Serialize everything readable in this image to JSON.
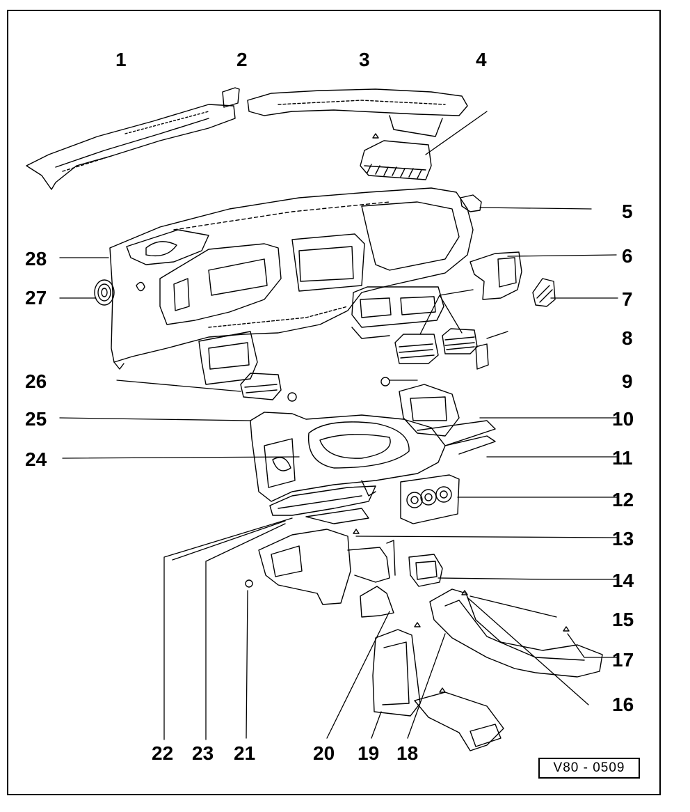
{
  "diagram": {
    "reference_code": "V80 - 0509",
    "callouts": [
      "1",
      "2",
      "3",
      "4",
      "5",
      "6",
      "7",
      "8",
      "9",
      "10",
      "11",
      "12",
      "13",
      "14",
      "15",
      "16",
      "17",
      "18",
      "19",
      "20",
      "21",
      "22",
      "23",
      "24",
      "25",
      "26",
      "27",
      "28"
    ]
  },
  "colors": {
    "ink": "#000000",
    "paper": "#ffffff"
  }
}
